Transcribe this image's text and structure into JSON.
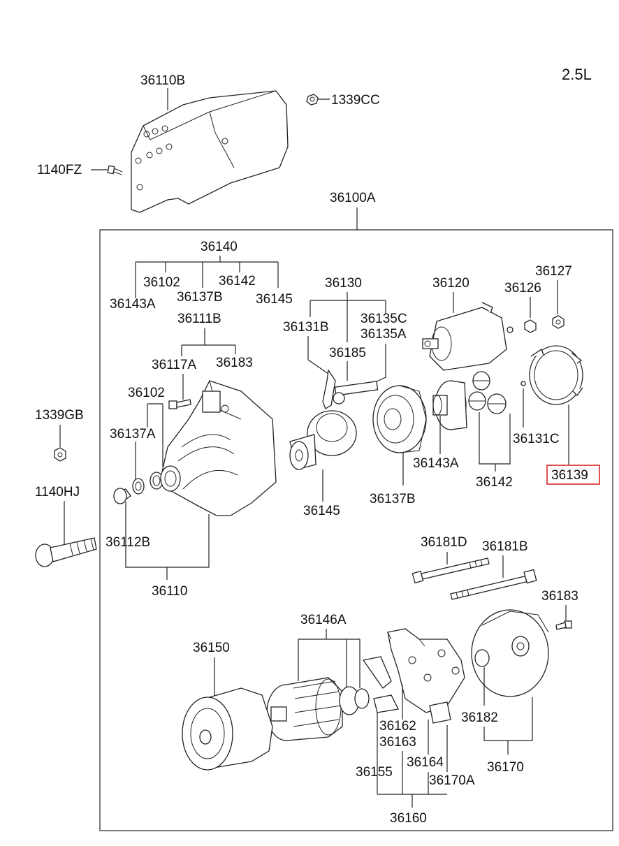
{
  "variant": "2.5L",
  "labels": {
    "l36110B": "36110B",
    "l1339CC": "1339CC",
    "l1140FZ": "1140FZ",
    "l36100A": "36100A",
    "l36140": "36140",
    "l36102a": "36102",
    "l36142a": "36142",
    "l36143Aa": "36143A",
    "l36137Ba": "36137B",
    "l36145a": "36145",
    "l36130": "36130",
    "l36120": "36120",
    "l36127": "36127",
    "l36126": "36126",
    "l36131B": "36131B",
    "l36135C": "36135C",
    "l36135A": "36135A",
    "l36185": "36185",
    "l36111B": "36111B",
    "l36117A": "36117A",
    "l36183a": "36183",
    "l36102b": "36102",
    "l1339GB": "1339GB",
    "l36137A": "36137A",
    "l1140HJ": "1140HJ",
    "l36112B": "36112B",
    "l36110": "36110",
    "l36145b": "36145",
    "l36137Bb": "36137B",
    "l36143Ab": "36143A",
    "l36142b": "36142",
    "l36131C": "36131C",
    "l36139": "36139",
    "l36181D": "36181D",
    "l36181B": "36181B",
    "l36183b": "36183",
    "l36146A": "36146A",
    "l36150": "36150",
    "l36182": "36182",
    "l36162": "36162",
    "l36163": "36163",
    "l36164": "36164",
    "l36155": "36155",
    "l36170A": "36170A",
    "l36170": "36170",
    "l36160": "36160"
  },
  "highlighted_part": "36139",
  "colors": {
    "highlight": "#d9262a",
    "line": "#222222"
  }
}
